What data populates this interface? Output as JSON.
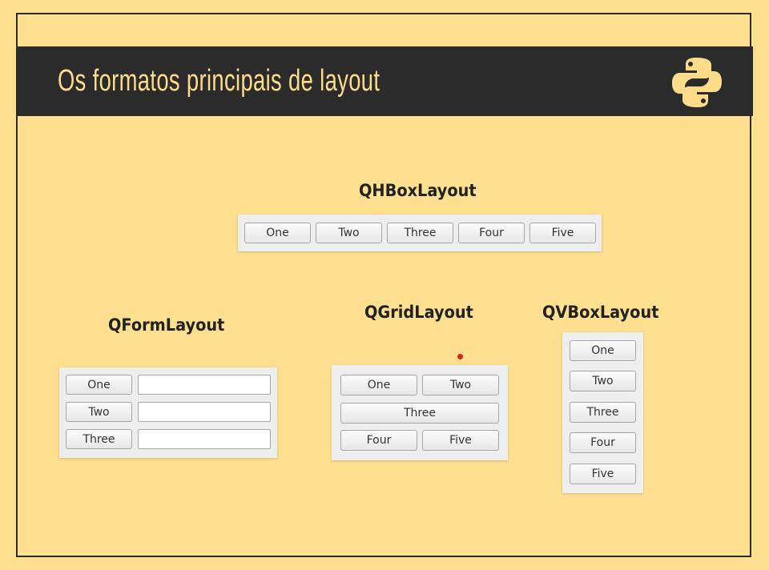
{
  "slide": {
    "title": "Os formatos principais de layout",
    "logo_icon": "python-logo-icon",
    "colors": {
      "background": "#ffdf90",
      "title_bar": "#2b2b2b",
      "title_text": "#ffdc8a"
    }
  },
  "hbox": {
    "title": "QHBoxLayout",
    "buttons": [
      "One",
      "Two",
      "Three",
      "Four",
      "Five"
    ]
  },
  "form": {
    "title": "QFormLayout",
    "rows": [
      {
        "label": "One",
        "value": ""
      },
      {
        "label": "Two",
        "value": ""
      },
      {
        "label": "Three",
        "value": ""
      }
    ]
  },
  "grid": {
    "title": "QGridLayout",
    "buttons": [
      "One",
      "Two",
      "Three",
      "Four",
      "Five"
    ]
  },
  "vbox": {
    "title": "QVBoxLayout",
    "buttons": [
      "One",
      "Two",
      "Three",
      "Four",
      "Five"
    ]
  }
}
